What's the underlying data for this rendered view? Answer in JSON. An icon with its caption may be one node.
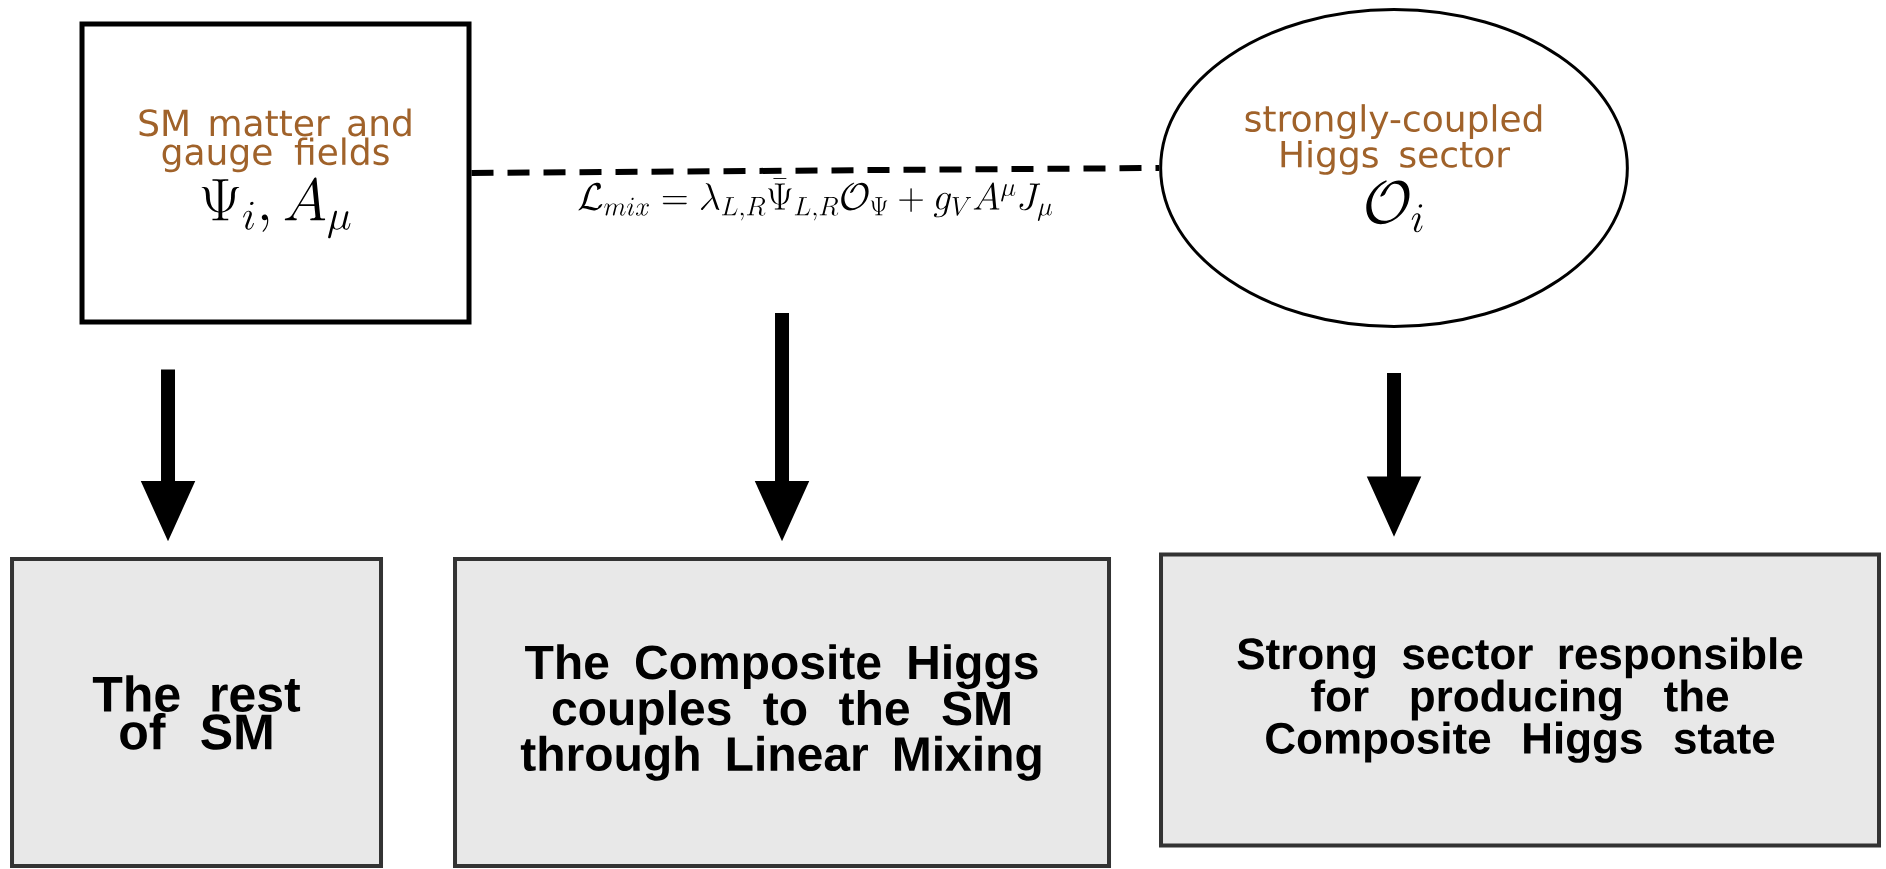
{
  "diagram": {
    "nodes": [
      {
        "text": [
          "SM matter and gauge fields",
          "\\Psi_i, A_\\mu"
        ]
      },
      {
        "text": [
          "strongly-coupled Higgs sector",
          "\\mathcal{O}_i"
        ]
      },
      {
        "text": [
          "The rest of SM"
        ]
      },
      {
        "text": [
          "The Composite Higgs couples to the SM through Linear Mixing"
        ]
      },
      {
        "text": [
          "Strong sector responsible for producing the Composite Higgs state"
        ]
      }
    ],
    "edges": [
      {
        "from": 0,
        "to": 1,
        "arrow": "none",
        "style": "dashed",
        "label": "\\mathcal{L}_{mix} = \\lambda_{L,R}\\bar{\\Psi}_{L,R}\\mathcal{O}_{\\Psi} + g_V A^{\\mu} J_{\\mu}"
      },
      {
        "from": 0,
        "to": 2,
        "arrow": "to"
      },
      {
        "from": null,
        "to": 3,
        "arrow": "to"
      },
      {
        "from": 1,
        "to": 4,
        "arrow": "to"
      }
    ]
  }
}
